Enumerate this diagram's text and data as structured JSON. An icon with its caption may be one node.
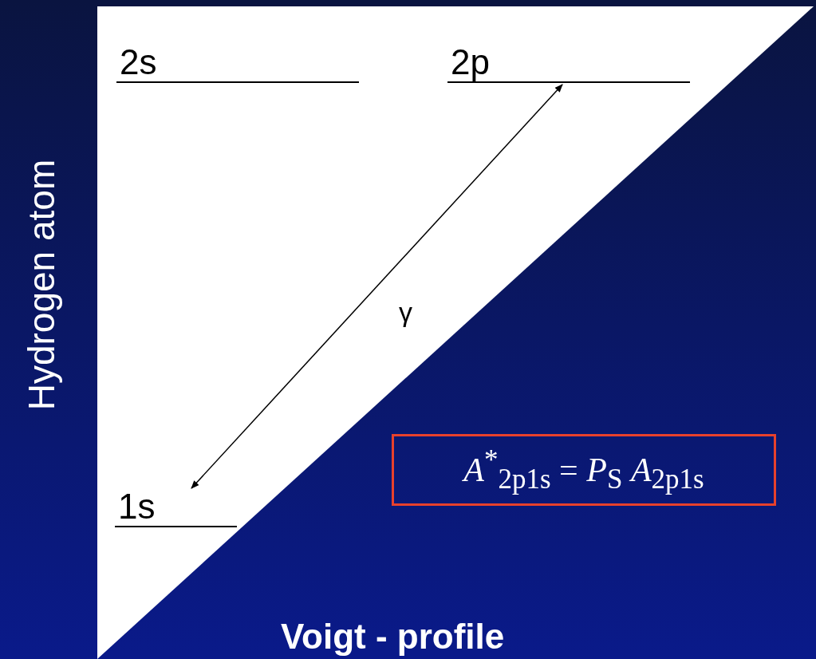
{
  "diagram": {
    "nodes": [
      {
        "text": [
          "2s"
        ]
      },
      {
        "text": [
          "2p"
        ]
      },
      {
        "text": [
          "1s"
        ]
      },
      {
        "text": [
          "*A*$^{*}$$_{2p1s}$ = *P*$_{S}$ *A*$_{2p1s}$"
        ]
      }
    ],
    "edges": [
      {
        "from": 1,
        "to": 2,
        "arrow": "both",
        "label": "γ"
      }
    ],
    "labels": [
      "Hydrogen atom",
      "Voigt - profile"
    ]
  }
}
